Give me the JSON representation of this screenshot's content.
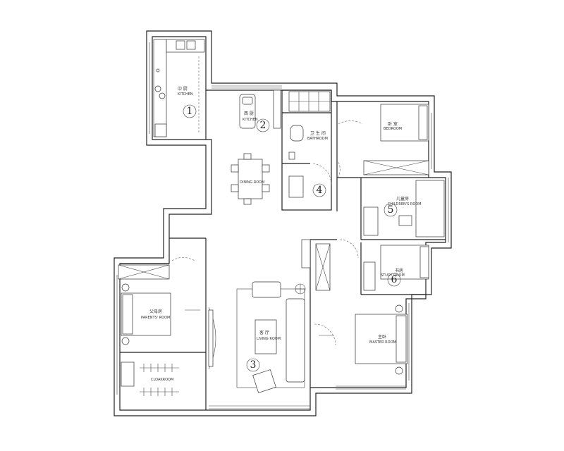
{
  "rooms": [
    {
      "id": "kitchen",
      "cn": "中 厨",
      "en": "KITCHEN",
      "number": "1"
    },
    {
      "id": "west-kitchen",
      "cn": "西 厨",
      "en": "KITCHEN",
      "number": "2"
    },
    {
      "id": "dining",
      "cn": "",
      "en": "DINING ROOM",
      "number": ""
    },
    {
      "id": "bathroom",
      "cn": "卫 生 间",
      "en": "BATHROOM",
      "number": "4"
    },
    {
      "id": "bedroom",
      "cn": "卧 室",
      "en": "BEDROOM",
      "number": ""
    },
    {
      "id": "childrens-room",
      "cn": "儿童房",
      "en": "CHILDREN'S ROOM",
      "number": "5"
    },
    {
      "id": "study",
      "cn": "书房",
      "en": "STUDY ROOM",
      "number": "6"
    },
    {
      "id": "parents-room",
      "cn": "父母房",
      "en": "PARENTS' ROOM",
      "number": ""
    },
    {
      "id": "living-room",
      "cn": "客 厅",
      "en": "LIVING ROOM",
      "number": "3"
    },
    {
      "id": "master-room",
      "cn": "主卧",
      "en": "MASTER ROOM",
      "number": ""
    },
    {
      "id": "cloakroom",
      "cn": "",
      "en": "CLOAKROOM",
      "number": ""
    }
  ]
}
